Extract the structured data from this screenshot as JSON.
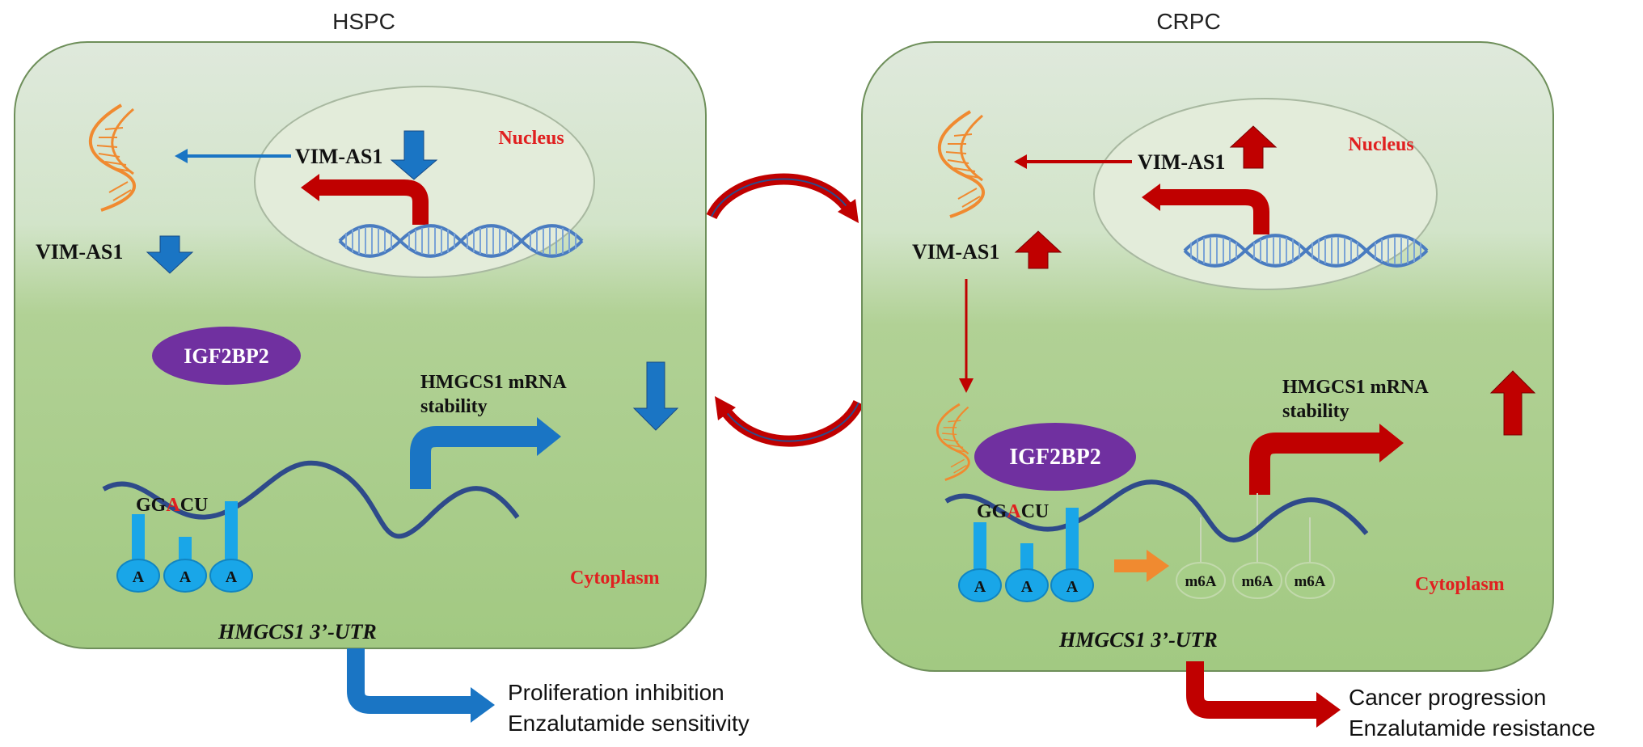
{
  "left": {
    "title": "HSPC",
    "nucleus_label": "Nucleus",
    "vim_nucleus": "VIM-AS1",
    "vim_cyto": "VIM-AS1",
    "protein": "IGF2BP2",
    "stability_line1": "HMGCS1 mRNA",
    "stability_line2": "stability",
    "motif_pre": "GG",
    "motif_a": "A",
    "motif_post": "CU",
    "a_labels": [
      "A",
      "A",
      "A"
    ],
    "cytoplasm_label": "Cytoplasm",
    "utr_label": "HMGCS1 3’-UTR",
    "outcome_line1": "Proliferation inhibition",
    "outcome_line2": "Enzalutamide sensitivity"
  },
  "right": {
    "title": "CRPC",
    "nucleus_label": "Nucleus",
    "vim_nucleus": "VIM-AS1",
    "vim_cyto": "VIM-AS1",
    "protein": "IGF2BP2",
    "stability_line1": "HMGCS1 mRNA",
    "stability_line2": "stability",
    "motif_pre": "GG",
    "motif_a": "A",
    "motif_post": "CU",
    "a_labels": [
      "A",
      "A",
      "A"
    ],
    "m6a_labels": [
      "m6A",
      "m6A",
      "m6A"
    ],
    "cytoplasm_label": "Cytoplasm",
    "utr_label": "HMGCS1 3’-UTR",
    "outcome_line1": "Cancer progression",
    "outcome_line2": "Enzalutamide resistance"
  },
  "colors": {
    "blue_arrow": "#1a75c4",
    "red_arrow": "#c00000",
    "rna_orange": "#f08a30",
    "protein_purple": "#7030a0",
    "label_red": "#e02020",
    "mrna_navy": "#2e4a8a"
  }
}
